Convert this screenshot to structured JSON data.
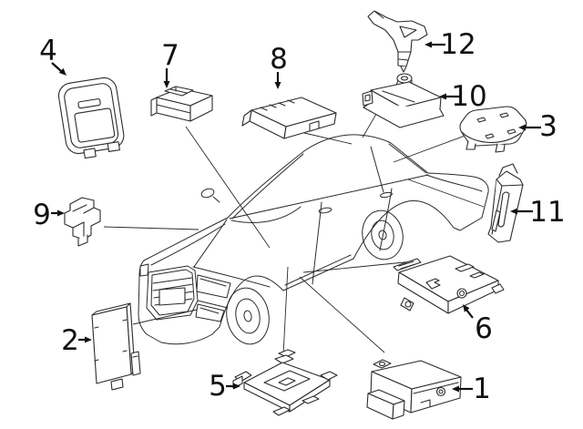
{
  "diagram": {
    "background": "#ffffff",
    "ink_color": "#2b2b2b",
    "label_color": "#111111",
    "callouts": [
      {
        "label": "4"
      },
      {
        "label": "7"
      },
      {
        "label": "8"
      },
      {
        "label": "12"
      },
      {
        "label": "10"
      },
      {
        "label": "3"
      },
      {
        "label": "11"
      },
      {
        "label": "9"
      },
      {
        "label": "2"
      },
      {
        "label": "5"
      },
      {
        "label": "1"
      },
      {
        "label": "6"
      }
    ]
  }
}
